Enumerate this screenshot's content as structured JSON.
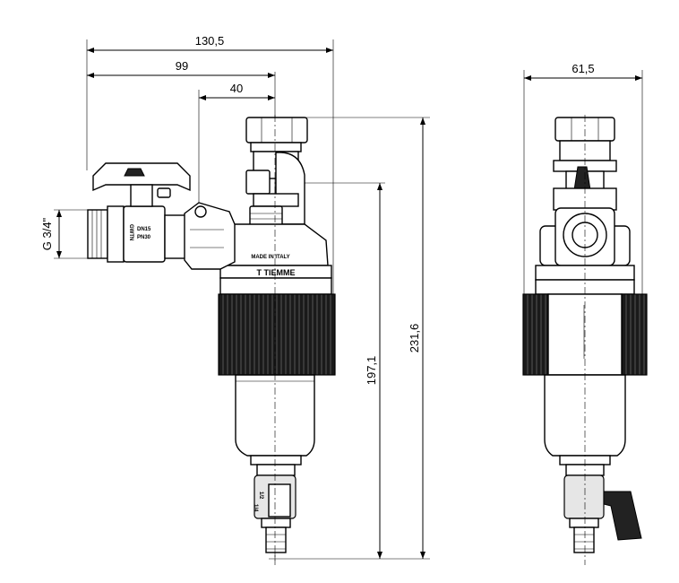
{
  "dimensions": {
    "overall_width": "130,5",
    "width_99": "99",
    "width_40": "40",
    "side_width": "61,5",
    "height_total": "231,6",
    "height_197": "197,1",
    "thread": "G 3/4\""
  },
  "labels": {
    "made_in": "MADE IN ITALY",
    "brand": "T TIEMME",
    "valve_dn": "DN15",
    "valve_pn": "PN30",
    "valve_side": "GWTN",
    "drain_a": "1/2",
    "drain_b": "1/4"
  }
}
